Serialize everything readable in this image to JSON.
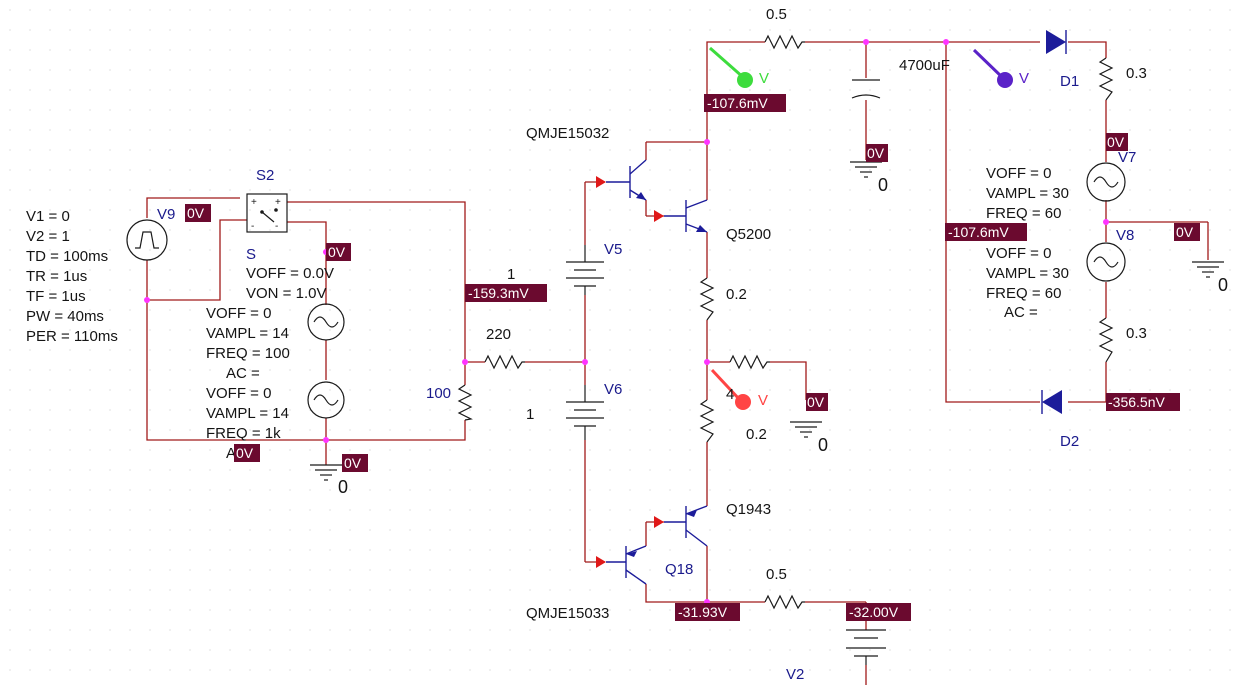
{
  "components": {
    "v9": {
      "name": "V9",
      "params": [
        "V1 = 0",
        "V2 = 1",
        "TD = 100ms",
        "TR = 1us",
        "TF = 1us",
        "PW = 40ms",
        "PER = 110ms"
      ]
    },
    "s2": {
      "name": "S2",
      "sub": "S",
      "params": [
        "VOFF = 0.0V",
        "VON = 1.0V"
      ]
    },
    "vsin_left_top": {
      "params": [
        "VOFF = 0",
        "VAMPL = 14",
        "FREQ = 100",
        "AC ="
      ]
    },
    "vsin_left_bottom": {
      "params": [
        "VOFF = 0",
        "VAMPL = 14",
        "FREQ = 1k",
        "AC ="
      ]
    },
    "r100": "100",
    "r1": "1",
    "r220": "220",
    "v5": "V5",
    "v6": "V6",
    "v6_val": "1",
    "qmje15032": "QMJE15032",
    "q5200": "Q5200",
    "r02_top": "0.2",
    "r4": "4",
    "r02_bot": "0.2",
    "q1943": "Q1943",
    "q18": "Q18",
    "qmje15033": "QMJE15033",
    "r05_bot": "0.5",
    "v2": "V2",
    "r05_top": "0.5",
    "cap": "4700uF",
    "d1": "D1",
    "d2": "D2",
    "r03_top": "0.3",
    "r03_bot": "0.3",
    "v7": {
      "name": "V7",
      "params": [
        "VOFF = 0",
        "VAMPL = 30",
        "FREQ = 60"
      ]
    },
    "v8": {
      "name": "V8",
      "params": [
        "VOFF = 0",
        "VAMPL = 30",
        "FREQ = 60",
        "AC ="
      ]
    },
    "gnd_label": "0",
    "probe_label": "V"
  },
  "voltages": {
    "v9_node": "0V",
    "s2_node": "0V",
    "left_gnd": "0V",
    "a_node": "0V",
    "r1_node": "-159.3mV",
    "top_collector": "-107.6mV",
    "cap_gnd": "0V",
    "right_mid": "-107.6mV",
    "v7_top": "0V",
    "v8_gnd": "0V",
    "out_gnd": "0V",
    "d2_node": "-356.5nV",
    "q1943_emitter": "-31.93V",
    "v2_node": "-32.00V"
  },
  "colors": {
    "wire": "#a11a1a",
    "component_blue": "#1c1c9a",
    "voltage_badge": "#6b0a2f",
    "node_dot": "#ff33ff",
    "probe_green": "#3ddc3d",
    "probe_purple": "#5a22c8",
    "probe_red": "#ff4444"
  }
}
